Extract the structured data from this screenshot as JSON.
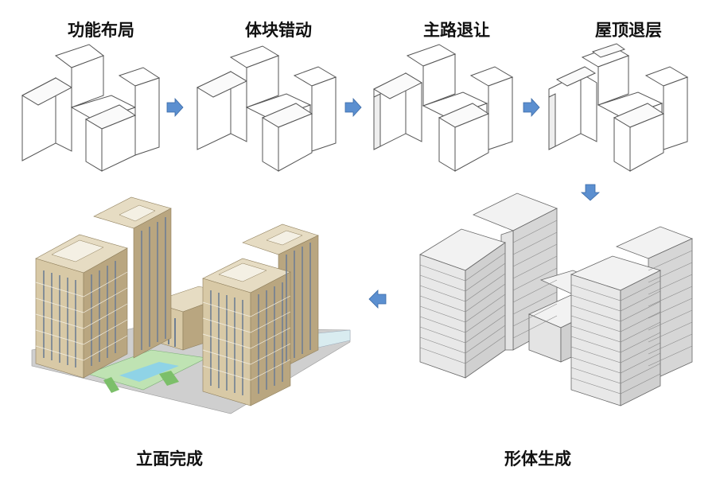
{
  "steps": [
    {
      "label": "功能布局"
    },
    {
      "label": "体块错动"
    },
    {
      "label": "主路退让"
    },
    {
      "label": "屋顶退层"
    },
    {
      "label": "形体生成"
    },
    {
      "label": "立面完成"
    }
  ],
  "colors": {
    "arrow": "#5b8fd0",
    "arrow_edge": "#3a6aa6",
    "sketch_line": "#555555",
    "massing_face_light": "#f2f2f2",
    "massing_face_side": "#d6d6d6",
    "facade": "#d8c9a6",
    "facade_dark": "#b9a680",
    "glass": "#6f7f93",
    "plaza_green": "#bfe3b3",
    "pool": "#8fd3e6",
    "ground": "#cfcfcf"
  }
}
